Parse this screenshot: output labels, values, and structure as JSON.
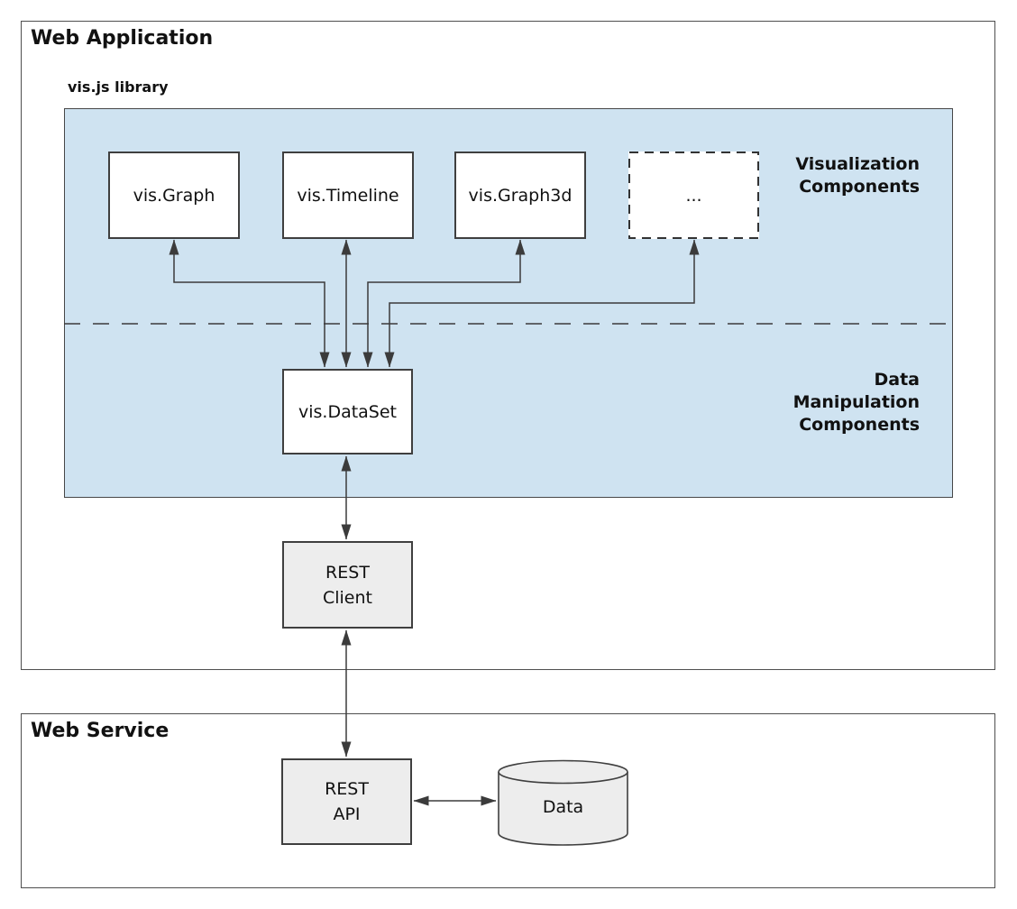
{
  "colors": {
    "library-bg": "#cfe3f1",
    "box-border": "#3f3f3f",
    "outer-border": "#4f4f4f",
    "gray-box-bg": "#ededed",
    "line": "#3b3b3b",
    "text": "#111111"
  },
  "web_application": {
    "title": "Web Application",
    "library": {
      "title": "vis.js library",
      "component_boxes": [
        {
          "label": "vis.Graph"
        },
        {
          "label": "vis.Timeline"
        },
        {
          "label": "vis.Graph3d"
        },
        {
          "label": "..."
        }
      ],
      "visualization_label": {
        "line1": "Visualization",
        "line2": "Components"
      },
      "data_manipulation_label": {
        "line1": "Data",
        "line2": "Manipulation",
        "line3": "Components"
      },
      "dataset_box": {
        "label": "vis.DataSet"
      }
    },
    "rest_client_box": {
      "line1": "REST",
      "line2": "Client"
    }
  },
  "web_service": {
    "title": "Web Service",
    "rest_api_box": {
      "line1": "REST",
      "line2": "API"
    },
    "data_store": {
      "label": "Data"
    }
  }
}
